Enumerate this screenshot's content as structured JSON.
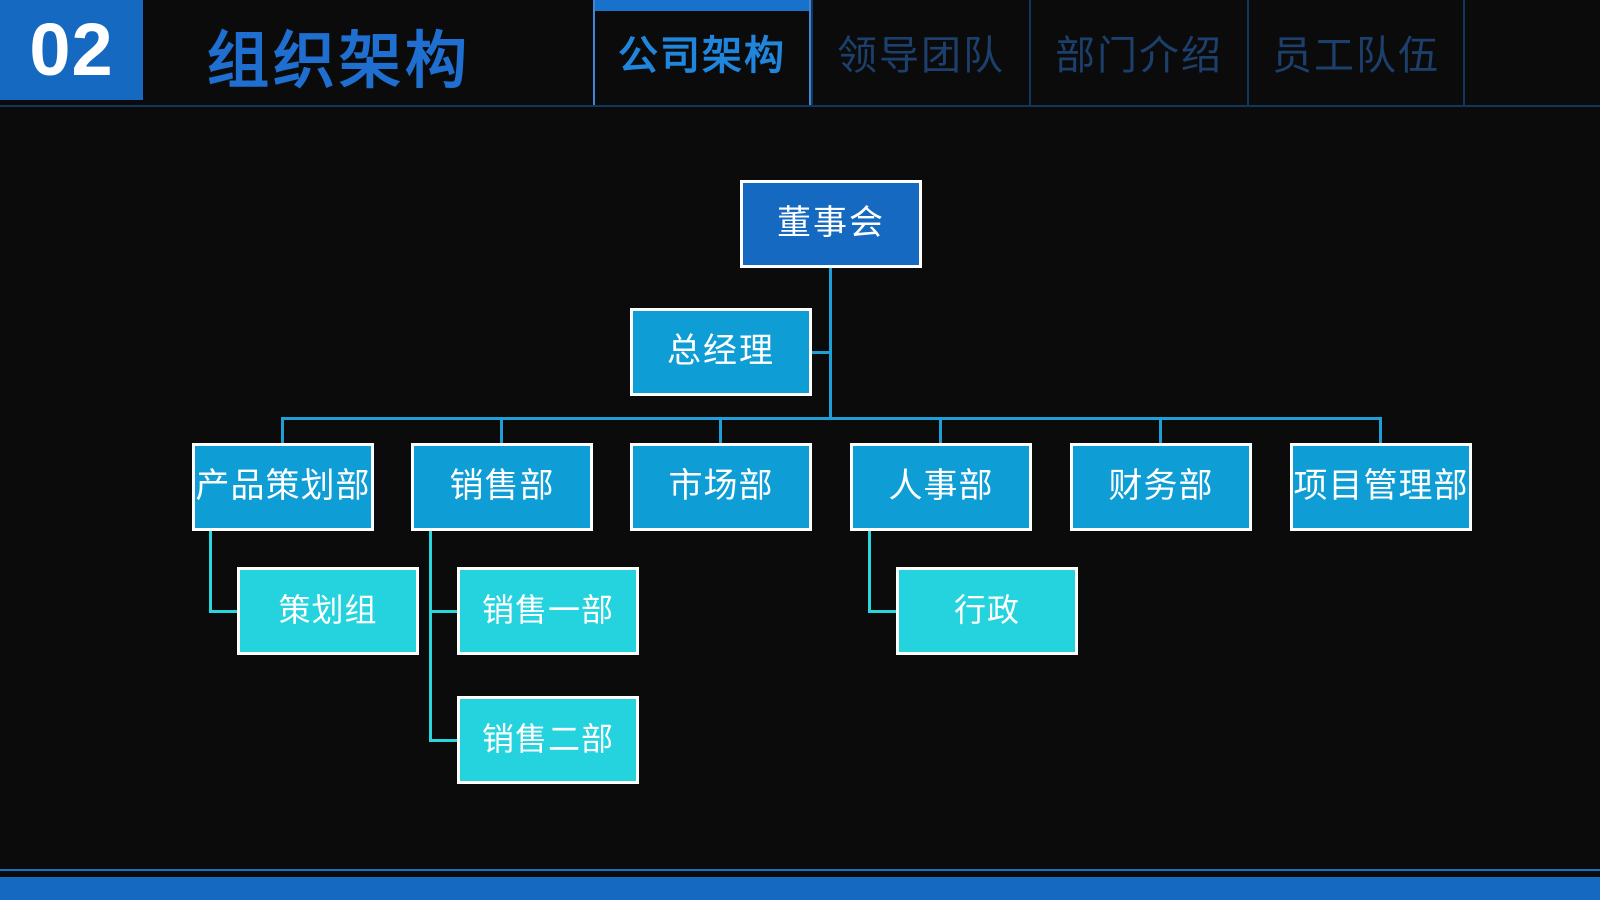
{
  "slide": {
    "background_color": "#0b0b0c",
    "section_number": "02",
    "section_title": "组织架构"
  },
  "header": {
    "tabs": [
      {
        "label": "公司架构",
        "active": true
      },
      {
        "label": "领导团队",
        "active": false
      },
      {
        "label": "部门介绍",
        "active": false
      },
      {
        "label": "员工队伍",
        "active": false
      }
    ],
    "accent_color": "#1872cc",
    "active_tab_text_color": "#2086dd",
    "inactive_tab_text_color": "#1c3f6b",
    "separator_color": "#12365e"
  },
  "org_chart": {
    "board": {
      "label": "董事会",
      "color": "#1569c0"
    },
    "general_manager": {
      "label": "总经理",
      "color": "#0e9dd4"
    },
    "departments": [
      {
        "label": "产品策划部",
        "color": "#0e9dd4",
        "children": [
          {
            "label": "策划组",
            "color": "#24d3dd"
          }
        ]
      },
      {
        "label": "销售部",
        "color": "#0e9dd4",
        "children": [
          {
            "label": "销售一部",
            "color": "#24d3dd"
          },
          {
            "label": "销售二部",
            "color": "#24d3dd"
          }
        ]
      },
      {
        "label": "市场部",
        "color": "#0e9dd4",
        "children": []
      },
      {
        "label": "人事部",
        "color": "#0e9dd4",
        "children": [
          {
            "label": "行政",
            "color": "#24d3dd"
          }
        ]
      },
      {
        "label": "财务部",
        "color": "#0e9dd4",
        "children": []
      },
      {
        "label": "项目管理部",
        "color": "#0e9dd4",
        "children": []
      }
    ],
    "connector_color_primary": "#1e9fd8",
    "connector_color_secondary": "#2ad5dd",
    "node_border_color": "#ffffff"
  },
  "footer": {
    "bar_color": "#1569c0"
  }
}
